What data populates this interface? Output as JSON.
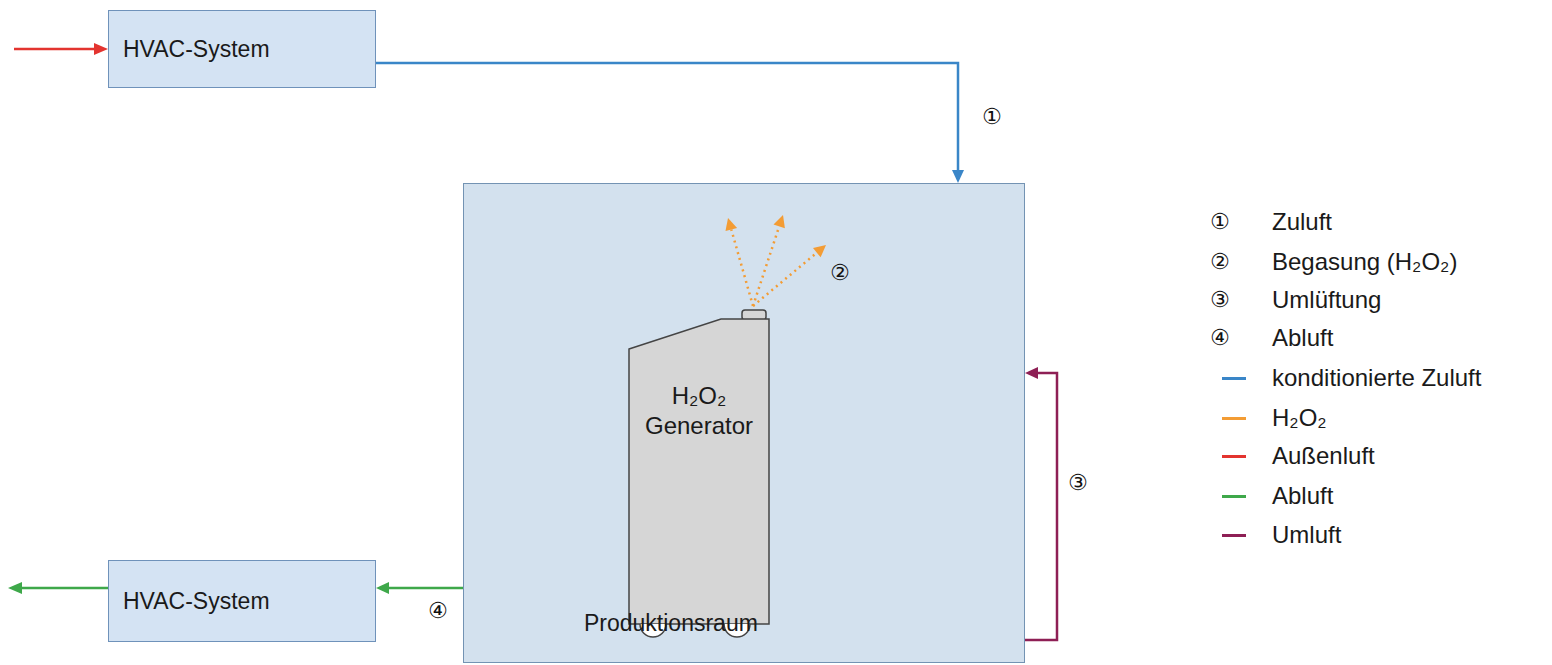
{
  "diagram": {
    "nodes": [
      {
        "text": [
          "HVAC-System"
        ]
      },
      {
        "text": [
          "Produktionsraum"
        ]
      },
      {
        "text": [
          "H₂O₂ Generator"
        ],
        "in": 1
      },
      {
        "text": [
          "HVAC-System"
        ]
      }
    ],
    "edges": [
      {
        "from": 0,
        "to": 1,
        "arrow": "to"
      },
      {
        "from": 1,
        "to": 1,
        "arrow": "to"
      },
      {
        "from": 1,
        "to": 3,
        "arrow": "to"
      }
    ],
    "labels": [
      "①",
      "②",
      "③",
      "④",
      "①",
      "②",
      "③",
      "④"
    ],
    "legend": [
      {
        "text": "Zuluft"
      },
      {
        "text": "Begasung (H₂O₂)"
      },
      {
        "text": "Umlüftung"
      },
      {
        "text": "Abluft"
      },
      {
        "text": "konditionierte Zuluft",
        "color": "#3a86c8"
      },
      {
        "text": "H₂O₂",
        "color": "#f39c34"
      },
      {
        "text": "Außenluft",
        "color": "#e3342f"
      },
      {
        "text": "Abluft",
        "color": "#3ea84a"
      },
      {
        "text": "Umluft",
        "color": "#8e1f55"
      }
    ]
  }
}
